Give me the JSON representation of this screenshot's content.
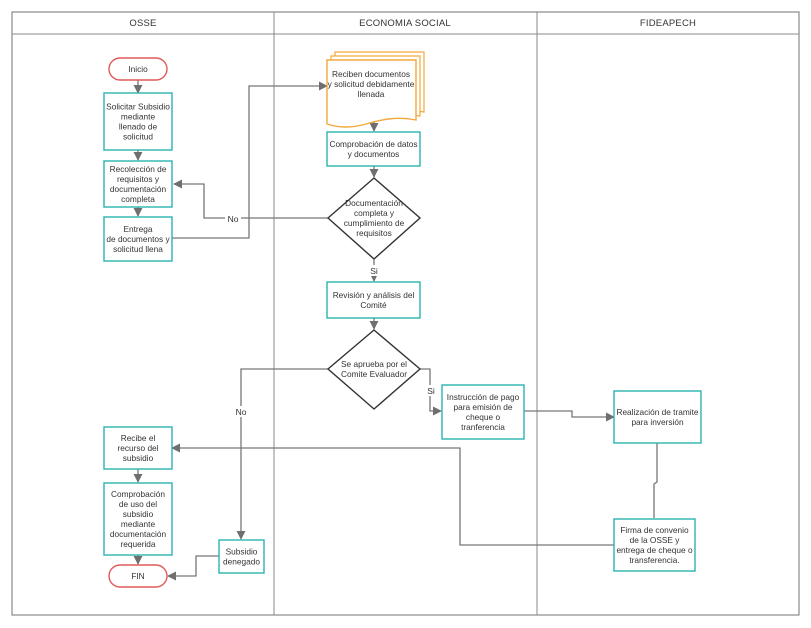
{
  "lanes": {
    "osse": "OSSE",
    "economia": "ECONOMIA SOCIAL",
    "fideapech": "FIDEAPECH"
  },
  "nodes": {
    "inicio": [
      "Inicio"
    ],
    "solicitar": [
      "Solicitar Subsidio",
      "mediante",
      "llenado de",
      "solicitud"
    ],
    "recoleccion": [
      "Recolección de",
      "requisitos y",
      "documentación",
      "completa"
    ],
    "entrega": [
      "Entrega",
      "de documentos y",
      "solicitud llena"
    ],
    "reciben": [
      "Reciben documentos",
      "y solicitud debidamente",
      "llenada"
    ],
    "comprobacion_datos": [
      "Comprobación de datos",
      "y documentos"
    ],
    "documentacion_decision": [
      "Documentación",
      "completa y",
      "cumplimiento de",
      "requisitos"
    ],
    "revision": [
      "Revisión y análisis del",
      "Comité"
    ],
    "aprueba_decision": [
      "Se aprueba por el",
      "Comite Evaluador"
    ],
    "instruccion": [
      "Instrucción de pago",
      "para emisión de",
      "cheque o",
      "tranferencia"
    ],
    "realizacion": [
      "Realización de tramite",
      "para inversión"
    ],
    "firma": [
      "Firma de convenio",
      "de la OSSE y",
      "entrega de cheque o",
      "transferencia."
    ],
    "recibe_recurso": [
      "Recibe el",
      "recurso del",
      "subsidio"
    ],
    "comprobacion_uso": [
      "Comprobación",
      "de uso del",
      "subsidio",
      "mediante",
      "documentación",
      "requerida"
    ],
    "subsidio_denegado": [
      "Subsidio",
      "denegado"
    ],
    "fin": [
      "FIN"
    ]
  },
  "edge_labels": {
    "no_documentacion": "No",
    "si_documentacion": "Si",
    "no_aprueba": "No",
    "si_aprueba": "Si"
  },
  "colors": {
    "process_stroke": "#2ab3b1",
    "start_end_stroke": "#e05a5a",
    "document_stroke": "#f2a93b",
    "decision_stroke": "#333333",
    "connector": "#7a7a7a",
    "lane_border": "#8a8a8a"
  }
}
